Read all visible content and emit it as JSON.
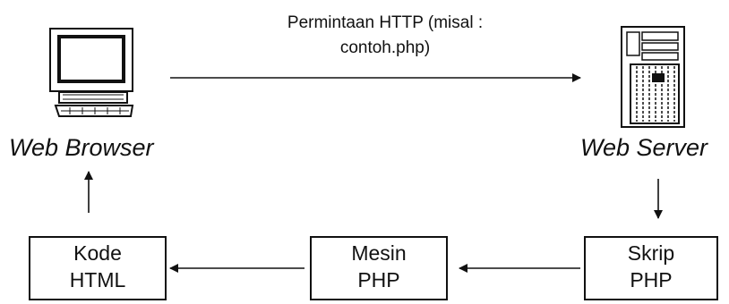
{
  "request": {
    "line1": "Permintaan HTTP (misal :",
    "line2": "contoh.php)"
  },
  "browser": {
    "label": "Web Browser",
    "icon": "computer-monitor-icon"
  },
  "server": {
    "label": "Web Server",
    "icon": "server-tower-icon"
  },
  "boxes": {
    "html": {
      "line1": "Kode",
      "line2": "HTML"
    },
    "engine": {
      "line1": "Mesin",
      "line2": "PHP"
    },
    "script": {
      "line1": "Skrip",
      "line2": "PHP"
    }
  },
  "colors": {
    "stroke": "#111111",
    "background": "#ffffff"
  }
}
